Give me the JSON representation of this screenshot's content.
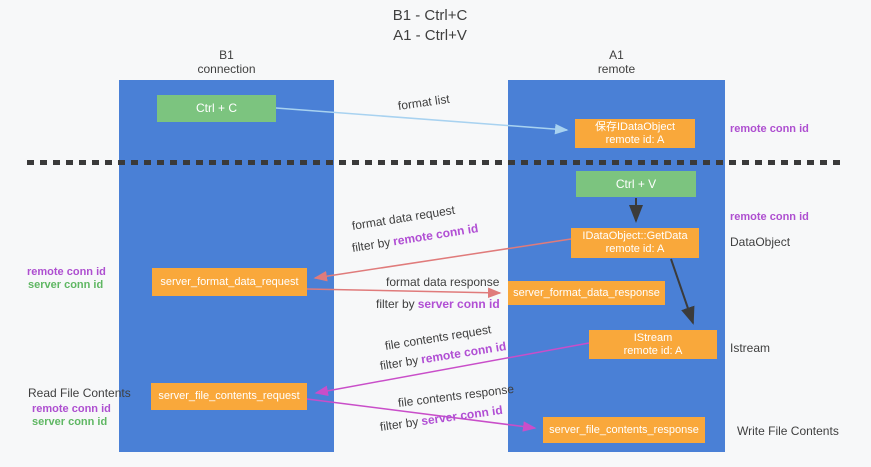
{
  "title": {
    "line1": "B1 - Ctrl+C",
    "line2": "A1 - Ctrl+V"
  },
  "lifelines": {
    "b1": {
      "name": "B1",
      "subtitle": "connection"
    },
    "a1": {
      "name": "A1",
      "subtitle": "remote"
    }
  },
  "nodes": {
    "ctrl_c": {
      "label": "Ctrl + C"
    },
    "save_idataobject": {
      "line1": "保存IDataObject",
      "line2": "remote id: A"
    },
    "ctrl_v": {
      "label": "Ctrl + V"
    },
    "getdata": {
      "line1": "IDataObject::GetData",
      "line2": "remote id: A"
    },
    "server_format_data_request": {
      "label": "server_format_data_request"
    },
    "server_format_data_response": {
      "label": "server_format_data_response"
    },
    "istream": {
      "line1": "IStream",
      "line2": "remote id: A"
    },
    "server_file_contents_request": {
      "label": "server_file_contents_request"
    },
    "server_file_contents_response": {
      "label": "server_file_contents_response"
    }
  },
  "flow_labels": {
    "format_list": "format list",
    "format_data_request": "format data request",
    "format_data_response": "format data response",
    "file_contents_request": "file contents request",
    "file_contents_response": "file contents response",
    "filter_by": "filter by",
    "remote_conn_id": "remote conn id",
    "server_conn_id": "server conn id"
  },
  "side_labels": {
    "right_remote_conn_id_1": "remote conn id",
    "right_remote_conn_id_2": "remote conn id",
    "dataobject": "DataObject",
    "istream": "Istream",
    "write_file_contents": "Write File Contents",
    "left_remote_conn_id_1": "remote conn id",
    "left_server_conn_id_1": "server conn id",
    "read_file_contents": "Read File Contents",
    "left_remote_conn_id_2": "remote conn id",
    "left_server_conn_id_2": "server conn id"
  },
  "colors": {
    "lifeline_blue": "#4a80d6",
    "node_orange": "#f9a83b",
    "node_green": "#7cc47f",
    "arrow_salmon": "#e07b7b",
    "arrow_magenta": "#c94ec9",
    "arrow_lightblue": "#a8d2f0",
    "arrow_black": "#3b3b3b",
    "label_purple": "#ae4fd0",
    "label_green": "#5fb763",
    "text_dark": "#3f3f3f",
    "background": "#f7f8f9"
  }
}
